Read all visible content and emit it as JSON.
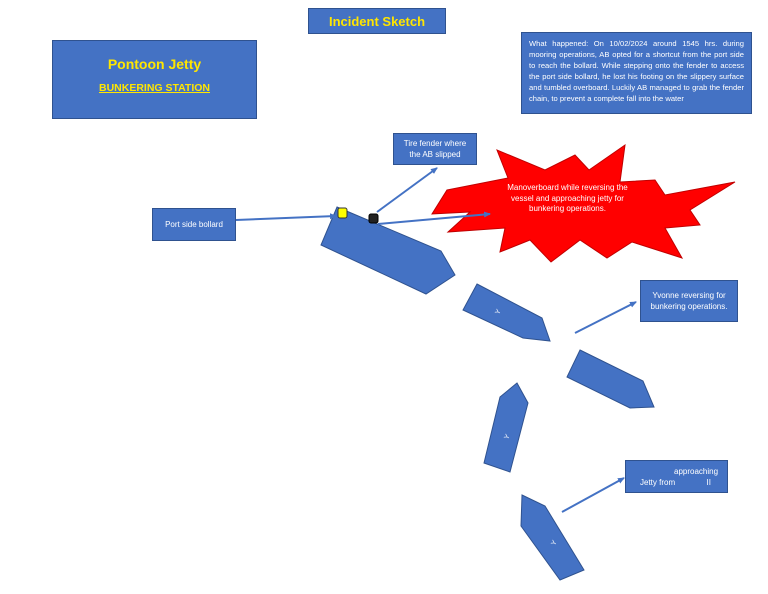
{
  "title": "Incident Sketch",
  "location": {
    "name": "Pontoon Jetty",
    "subtitle": "BUNKERING STATION"
  },
  "description": "What happened: On 10/02/2024 around 1545 hrs. during mooring operations, AB opted for a shortcut from the port side to reach the bollard. While stepping onto the fender to access the port side bollard, he lost his footing on the slippery surface and tumbled overboard. Luckily AB managed to grab the fender chain, to prevent a complete fall into the water",
  "labels": {
    "bollard": "Port side bollard",
    "tire_fender": "Tire fender where the AB slipped",
    "manoverboard": "Manoverboard while  reversing the vessel and approaching jetty for bunkering operations.",
    "yvonne": "Yvonne reversing for bunkering operations.",
    "approach_line1": "approaching",
    "approach_line2a": "Jetty from",
    "approach_line2b": "II"
  },
  "vessel_marks": {
    "v2": "Y",
    "v4": "Y",
    "v5": "Y"
  },
  "colors": {
    "box_fill": "#4472c4",
    "box_border": "#2f528f",
    "title_text": "#ffe600",
    "explosion": "#ff0000",
    "bollard_marker": "#ffff00",
    "fender_marker": "#222222"
  }
}
